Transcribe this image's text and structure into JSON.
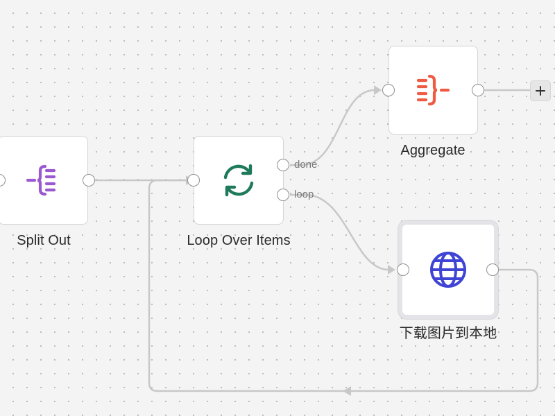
{
  "canvas": {
    "nodes": {
      "split_out": {
        "label": "Split Out",
        "icon": "split-out-icon",
        "color": "#9b59d0"
      },
      "loop": {
        "label": "Loop Over Items",
        "icon": "loop-refresh-icon",
        "color": "#1f7a5c"
      },
      "aggregate": {
        "label": "Aggregate",
        "icon": "aggregate-icon",
        "color": "#ef5a43"
      },
      "download": {
        "label": "下载图片到本地",
        "icon": "globe-icon",
        "color": "#3f44d4"
      }
    },
    "outputs": {
      "done": "done",
      "loop": "loop"
    },
    "add_button_icon": "plus-icon",
    "edge_color": "#c8c8c8"
  }
}
